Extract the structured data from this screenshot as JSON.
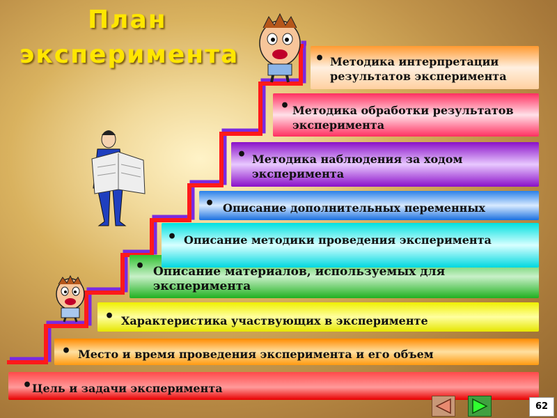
{
  "title": {
    "line1": "План",
    "line2": "эксперимента"
  },
  "steps": [
    {
      "text": "Цель и задачи эксперимента"
    },
    {
      "text": "Место и время проведения эксперимента и его объем"
    },
    {
      "text": "Характеристика участвующих в эксперименте"
    },
    {
      "text": "Описание материалов, используемых для эксперимента"
    },
    {
      "text": "Описание методики проведения эксперимента"
    },
    {
      "text": "Описание дополнительных переменных"
    },
    {
      "text": "Методика наблюдения за ходом эксперимента"
    },
    {
      "text": "Методика обработки результатов эксперимента"
    },
    {
      "text": "Методика интерпретации результатов эксперимента"
    }
  ],
  "bullet": "•",
  "navigation": {
    "prev_icon": "previous-slide-icon",
    "next_icon": "next-slide-icon"
  },
  "page_number": "62",
  "colors": {
    "title": "#ffe600",
    "stair_red": "#ff1a1a",
    "stair_purple": "#7a2ae0"
  }
}
